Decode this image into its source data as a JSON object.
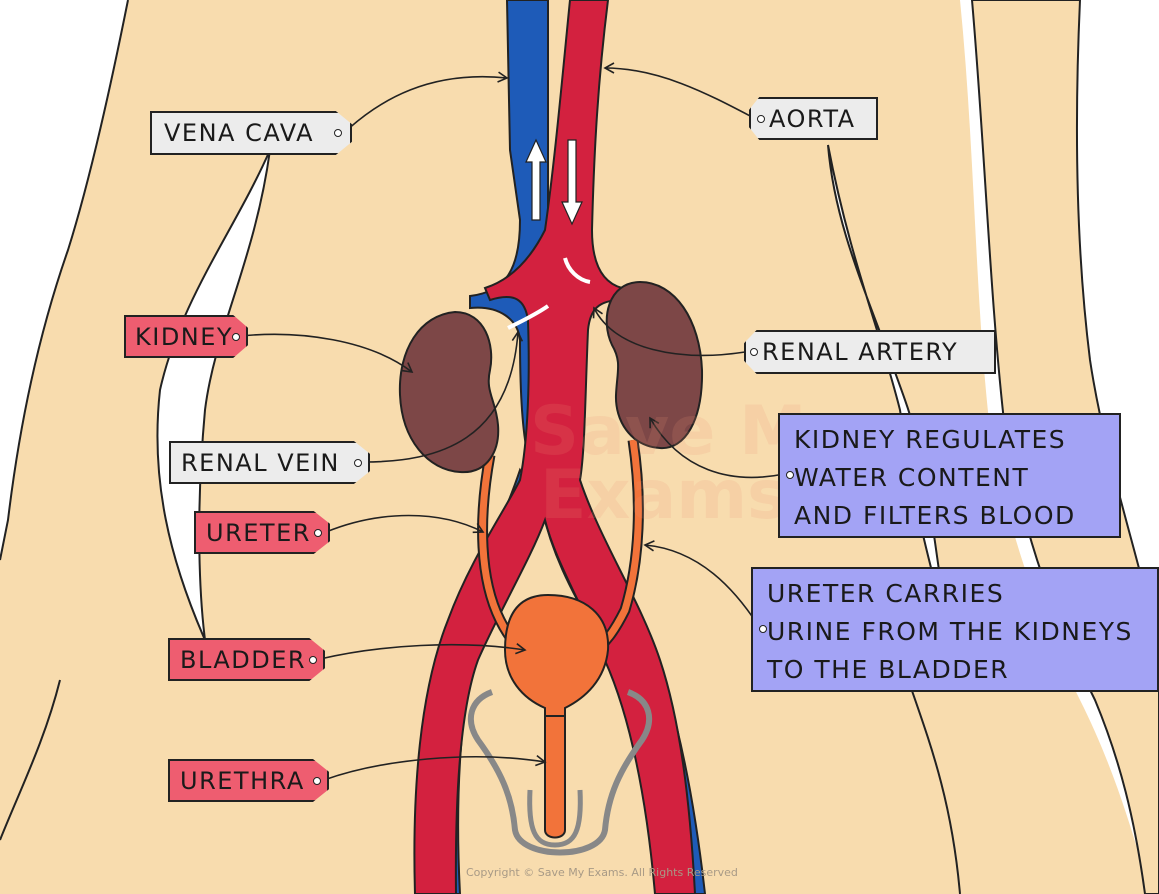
{
  "labels": {
    "vena_cava": "VENA CAVA",
    "aorta": "AORTA",
    "kidney": "KIDNEY",
    "renal_artery": "RENAL ARTERY",
    "renal_vein": "RENAL VEIN",
    "ureter": "URETER",
    "bladder": "BLADDER",
    "urethra": "URETHRA"
  },
  "notes": {
    "kidney_note": [
      "KIDNEY REGULATES",
      "WATER CONTENT",
      "AND FILTERS BLOOD"
    ],
    "ureter_note": [
      "URETER CARRIES",
      "URINE FROM THE KIDNEYS",
      "TO THE BLADDER"
    ]
  },
  "watermark": [
    "Save My",
    "Exams"
  ],
  "copyright": "Copyright © Save My Exams. All Rights Reserved",
  "colors": {
    "skin": "#f8dcae",
    "vein_blue": "#1e5bb8",
    "artery_red": "#d3213f",
    "kidney_brown": "#7d4747",
    "ureter_orange": "#f2733a",
    "grey_tag": "#ececec",
    "red_tag": "#ee5d70",
    "note_purple": "#a3a3f5"
  }
}
